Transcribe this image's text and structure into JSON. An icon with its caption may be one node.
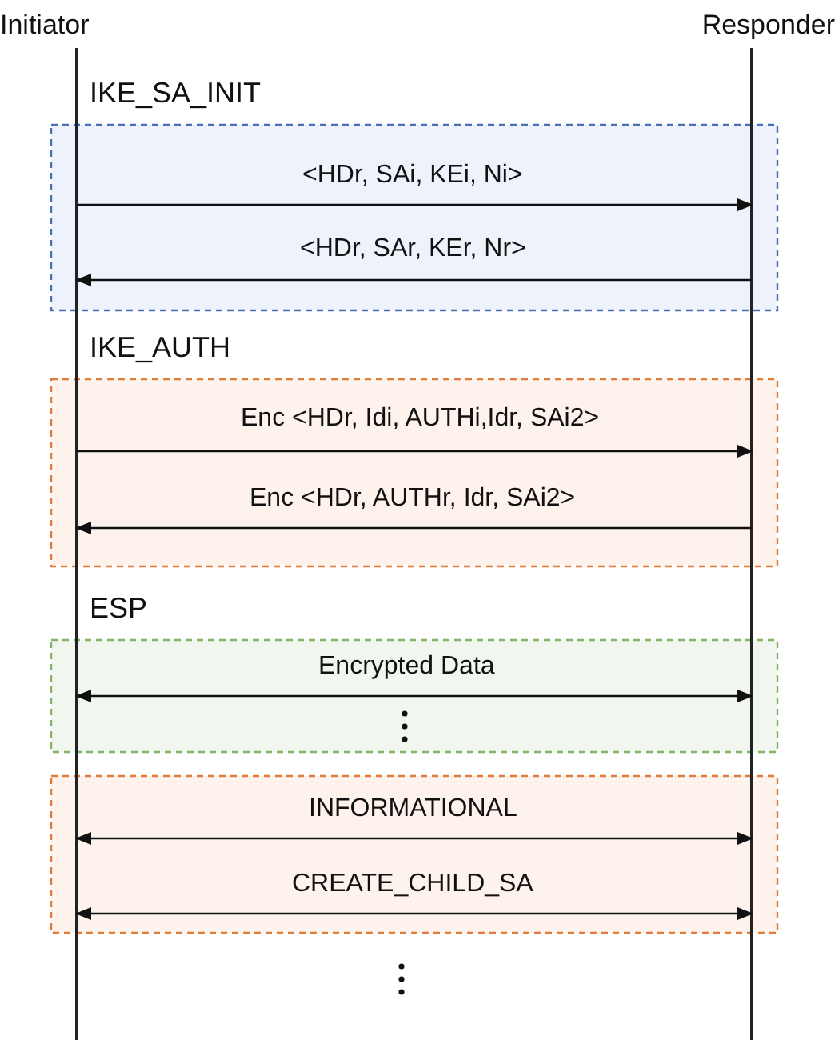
{
  "diagram": {
    "nodes": [
      {
        "text": [
          "Initiator"
        ]
      },
      {
        "text": [
          "Responder"
        ]
      }
    ],
    "edges": [
      {
        "from": 0,
        "to": 1,
        "arrow": "to",
        "label": "<HDr, SAi, KEi, Ni>"
      },
      {
        "from": 1,
        "to": 0,
        "arrow": "to",
        "label": "<HDr, SAr, KEr, Nr>"
      },
      {
        "from": 0,
        "to": 1,
        "arrow": "to",
        "label": "Enc <HDr, Idi, AUTHi,Idr, SAi2>"
      },
      {
        "from": 1,
        "to": 0,
        "arrow": "to",
        "label": "Enc <HDr, AUTHr, Idr, SAi2>"
      },
      {
        "from": 0,
        "to": 1,
        "arrow": "both",
        "label": "Encrypted Data"
      },
      {
        "from": 0,
        "to": 1,
        "arrow": "both",
        "label": "INFORMATIONAL"
      },
      {
        "from": 0,
        "to": 1,
        "arrow": "both",
        "label": "CREATE_CHILD_SA"
      }
    ],
    "labels": [
      "IKE_SA_INIT",
      "IKE_AUTH",
      "ESP"
    ]
  }
}
